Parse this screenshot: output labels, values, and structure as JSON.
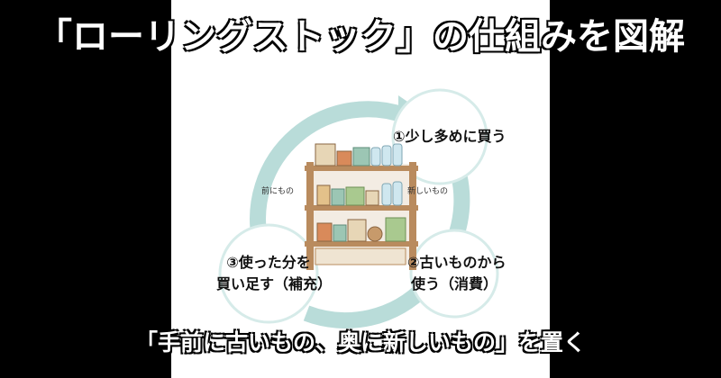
{
  "title": "「ローリングストック」の仕組みを図解",
  "caption": "「手前に古いもの、奥に新しいもの」を置く",
  "steps": {
    "step1": "①少し多めに買う",
    "step2_line1": "②古いものから",
    "step2_line2": "使う（消費）",
    "step3_line1": "③使った分を",
    "step3_line2": "買い足す（補充）"
  },
  "shelf_labels": {
    "front": "前にもの",
    "back": "新しいもの"
  },
  "colors": {
    "cycle_arrow": "#b9dcd9",
    "bubble": "#ffffff",
    "bubble_border": "#d6ebe9",
    "shelf_wood": "#b98b5e",
    "shelf_dark": "#8a6541"
  }
}
